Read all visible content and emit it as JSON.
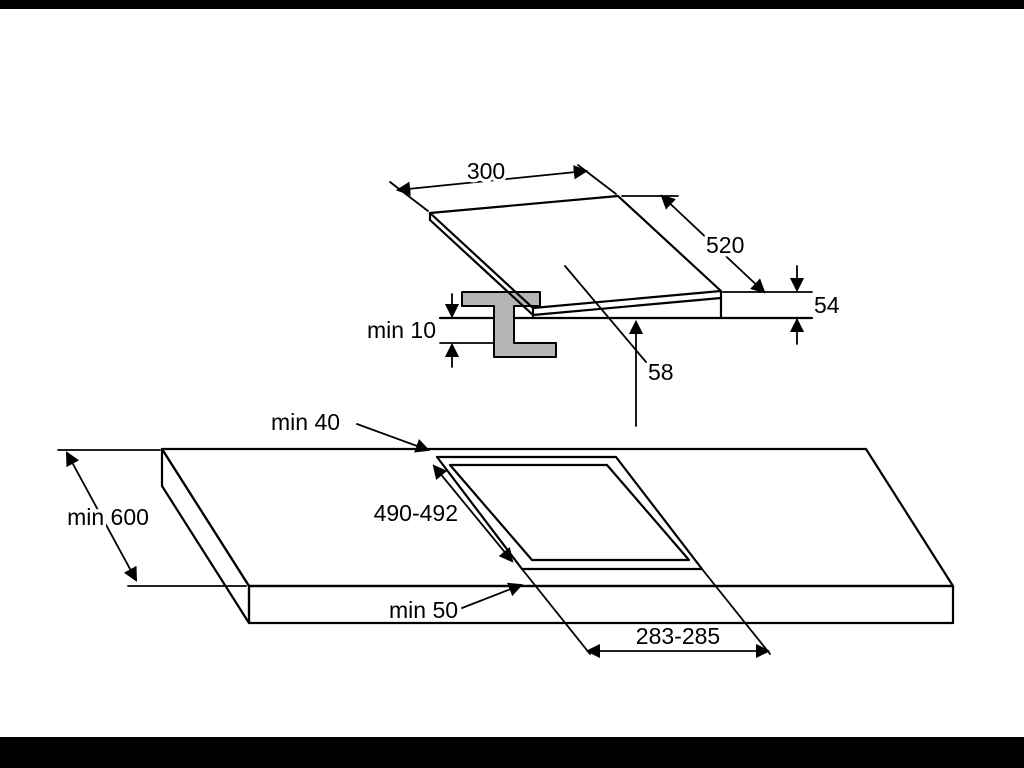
{
  "scene": {
    "type": "installation-dimension-drawing",
    "subject": "built-in domino hob and worktop cutout",
    "colors": {
      "background": "#ffffff",
      "line": "#000000",
      "bracket_fill": "#b5b5b5",
      "letterbox": "#000000"
    }
  },
  "hob": {
    "width_label": "300",
    "depth_label": "520",
    "height_label": "54",
    "base_height_label": "58",
    "clamp_gap_label": "min 10"
  },
  "worktop": {
    "back_clearance_label": "min 40",
    "depth_label": "min 600",
    "cutout_depth_label": "490-492",
    "front_clearance_label": "min 50",
    "cutout_width_label": "283-285"
  }
}
